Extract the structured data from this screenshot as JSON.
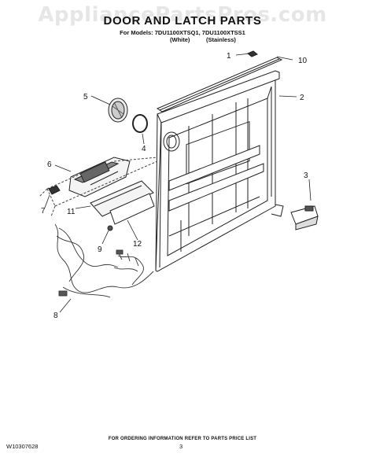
{
  "watermark": "AppliancePartsPros.com",
  "header": {
    "title": "DOOR AND LATCH PARTS",
    "models_line": "For Models: 7DU1100XTSQ1, 7DU1100XTSS1",
    "variant_white": "(White)",
    "variant_stainless": "(Stainless)"
  },
  "callouts": [
    "1",
    "10",
    "2",
    "5",
    "4",
    "6",
    "3",
    "7",
    "11",
    "12",
    "9",
    "8"
  ],
  "footer": {
    "ordering_note": "FOR ORDERING INFORMATION REFER TO PARTS PRICE LIST",
    "doc_number": "W10307628",
    "page_number": "3"
  }
}
